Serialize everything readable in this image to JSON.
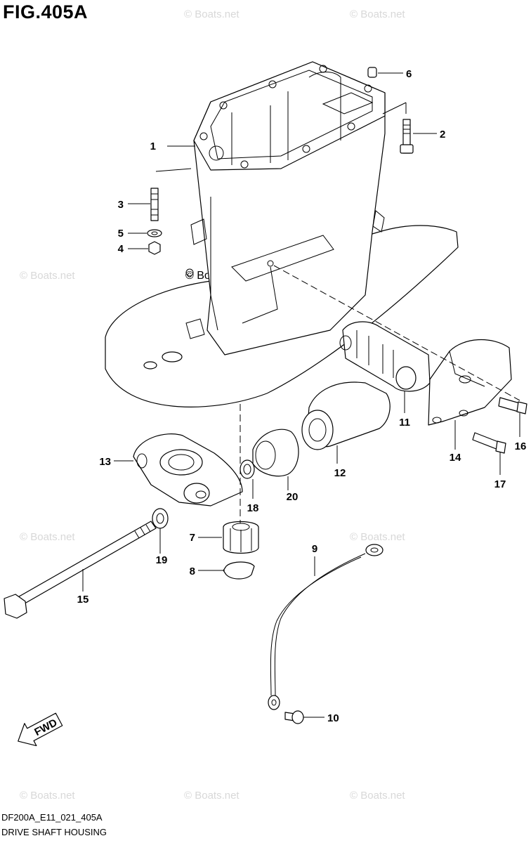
{
  "figure": {
    "title": "FIG.405A",
    "code": "DF200A_E11_021_405A",
    "name": "DRIVE SHAFT HOUSING"
  },
  "watermark_text": "© Boats.net",
  "fwd_label": "FWD",
  "callouts": [
    "1",
    "2",
    "3",
    "4",
    "5",
    "6",
    "7",
    "8",
    "9",
    "10",
    "11",
    "12",
    "13",
    "14",
    "15",
    "16",
    "17",
    "18",
    "19",
    "20"
  ],
  "colors": {
    "line": "#000000",
    "background": "#ffffff",
    "watermark": "#d8d8d8"
  }
}
